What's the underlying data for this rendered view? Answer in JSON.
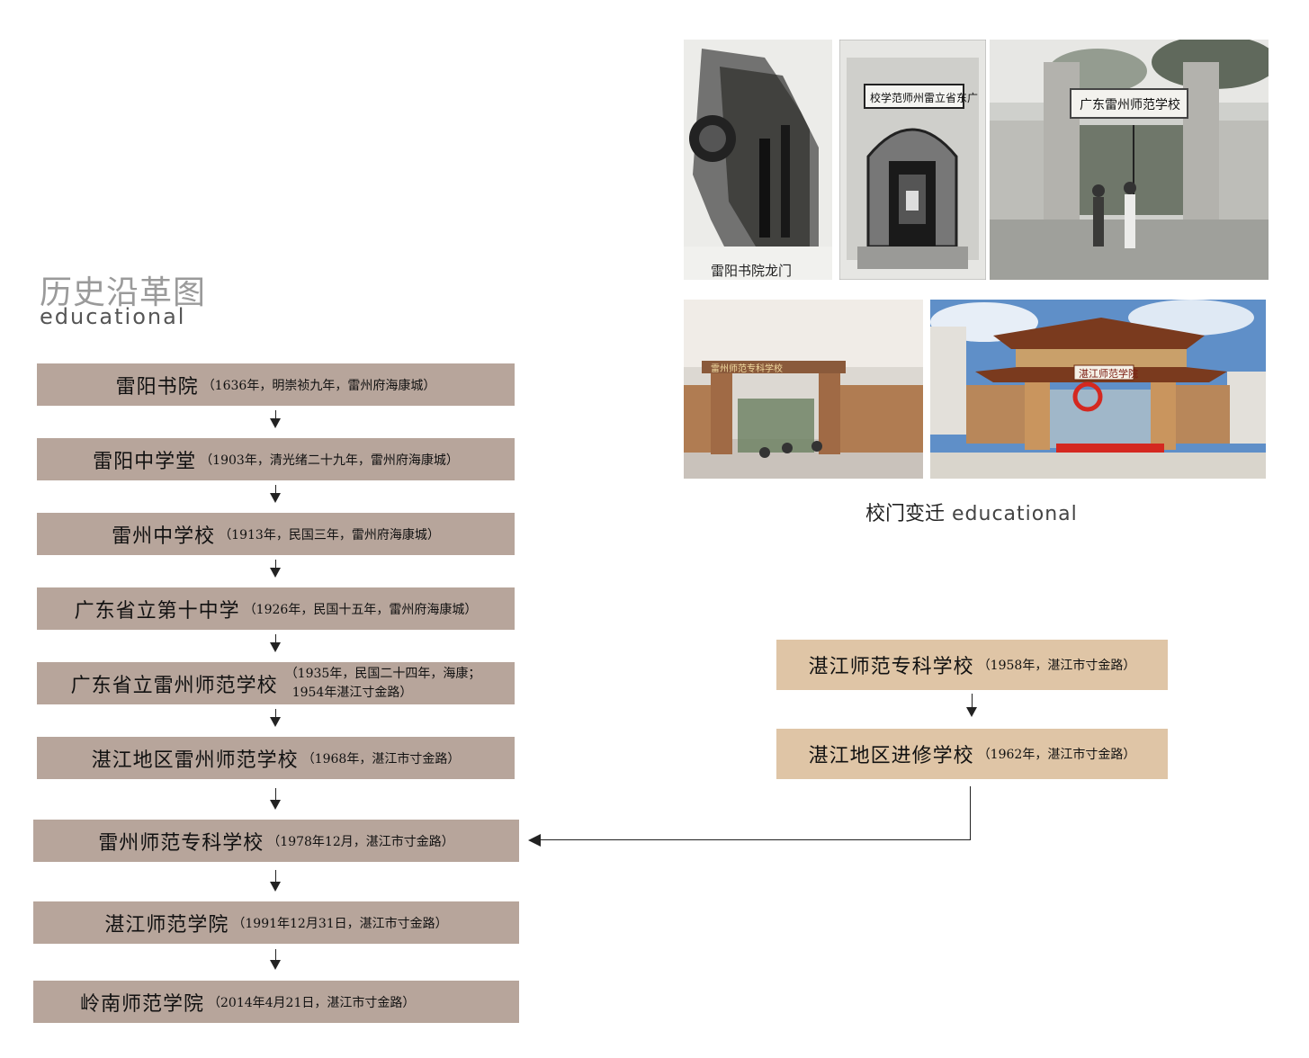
{
  "header": {
    "title_cn": "历史沿革图",
    "title_en": "educational"
  },
  "timeline": [
    {
      "name": "雷阳书院",
      "note": "（1636年，明崇祯九年，雷州府海康城）"
    },
    {
      "name": "雷阳中学堂",
      "note": "（1903年，清光绪二十九年，雷州府海康城）"
    },
    {
      "name": "雷州中学校",
      "note": "（1913年，民国三年，雷州府海康城）"
    },
    {
      "name": "广东省立第十中学",
      "note": "（1926年，民国十五年，雷州府海康城）"
    },
    {
      "name": "广东省立雷州师范学校",
      "note_line1": "（1935年，民国二十四年，海康；",
      "note_line2": "1954年湛江寸金路）"
    },
    {
      "name": "湛江地区雷州师范学校",
      "note": "（1968年，湛江市寸金路）"
    },
    {
      "name": "雷州师范专科学校",
      "note": "（1978年12月，湛江市寸金路）"
    },
    {
      "name": "湛江师范学院",
      "note": "（1991年12月31日，湛江市寸金路）"
    },
    {
      "name": "岭南师范学院",
      "note": "（2014年4月21日，湛江市寸金路）"
    }
  ],
  "branch": [
    {
      "name": "湛江师范专科学校",
      "note": "（1958年，湛江市寸金路）"
    },
    {
      "name": "湛江地区进修学校",
      "note": "（1962年，湛江市寸金路）"
    }
  ],
  "photos": {
    "photo1_caption": "雷阳书院龙门",
    "photo2_sign": "校学范师州雷立省东广",
    "photo3_sign": "广东雷州师范学校",
    "photo4_sign": "雷州师范专科学校",
    "photo5_sign": "湛江师范学院"
  },
  "gallery_caption": {
    "cn": "校门变迁",
    "en": "educational"
  },
  "colors": {
    "main_box": "#b7a59b",
    "side_box": "#dfc5a6",
    "heading_gray": "#9a9a9a"
  }
}
